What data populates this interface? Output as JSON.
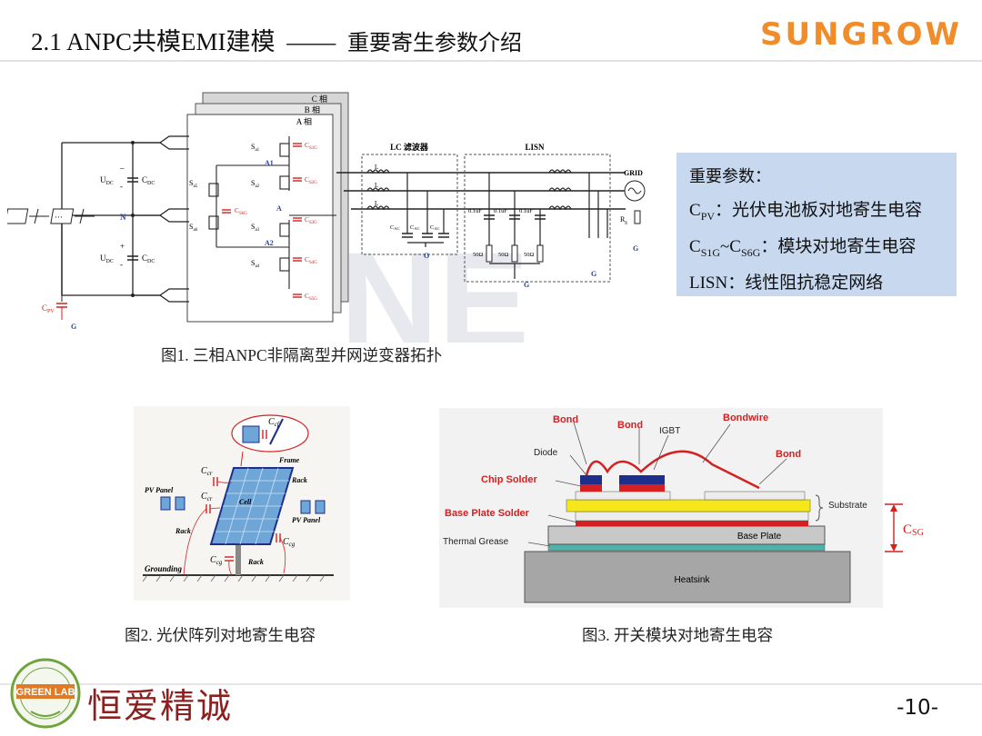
{
  "header": {
    "title": "2.1 ANPC共模EMI建模",
    "separator": "——",
    "subtitle": "重要寄生参数介绍",
    "brand": "SUNGROW"
  },
  "figure1": {
    "phase_labels": [
      "C 相",
      "B 相",
      "A 相"
    ],
    "pv_label": "PV",
    "udc": "U",
    "udc_sub": "DC",
    "cdc": "C",
    "cdc_sub": "DC",
    "n_label": "N",
    "o_label": "O",
    "a_label": "A",
    "a1": "A1",
    "a2": "A2",
    "cpv": "C",
    "cpv_sub": "PV",
    "g": "G",
    "switches": [
      "S",
      "S",
      "S",
      "S",
      "S",
      "S"
    ],
    "switch_subs": [
      "a1",
      "a5",
      "a2",
      "a6",
      "a3",
      "a4"
    ],
    "caps": [
      "C",
      "C",
      "C",
      "C",
      "C",
      "C"
    ],
    "cap_subs": [
      "S1G",
      "S2G",
      "S6G",
      "S3G",
      "S4G",
      "S5G"
    ],
    "lc_filter": "LC 滤波器",
    "lisn": "LISN",
    "grid": "GRID",
    "l": "L",
    "cac": "C",
    "cac_sub": "AC",
    "uf": "0.1uF",
    "ohm": "50Ω",
    "rg": "R",
    "rg_sub": "g",
    "watermark": "NE",
    "caption": "图1. 三相ANPC非隔离型并网逆变器拓扑"
  },
  "params": {
    "heading": "重要参数：",
    "items": [
      {
        "sym": "C",
        "sub": "PV",
        "sym2": "",
        "sub2": "",
        "text": "：光伏电池板对地寄生电容"
      },
      {
        "sym": "C",
        "sub": "S1G",
        "sym2": "~C",
        "sub2": "S6G",
        "text": "：模块对地寄生电容"
      },
      {
        "sym": "LISN",
        "sub": "",
        "sym2": "",
        "sub2": "",
        "text": "：线性阻抗稳定网络"
      }
    ]
  },
  "figure2": {
    "labels": {
      "ccf": "C",
      "ccf_sub": "cf",
      "frame": "Frame",
      "ccr1": "C",
      "ccr_sub": "cr",
      "ccr2": "C",
      "rack1": "Rack",
      "pv_panel1": "PV Panel",
      "cell": "Cell",
      "pv_panel2": "PV Panel",
      "rack2": "Rack",
      "ccg1": "C",
      "ccg_sub": "cg",
      "ccg2": "C",
      "rack3": "Rack",
      "grounding": "Grounding"
    },
    "caption": "图2. 光伏阵列对地寄生电容"
  },
  "figure3": {
    "labels": {
      "bond1": "Bond",
      "bond2": "Bond",
      "igbt": "IGBT",
      "bondwire": "Bondwire",
      "bond3": "Bond",
      "diode": "Diode",
      "chip_solder": "Chip Solder",
      "substrate": "Substrate",
      "base_plate_solder": "Base Plate Solder",
      "base_plate": "Base Plate",
      "thermal_grease": "Thermal Grease",
      "heatsink": "Heatsink"
    },
    "csg": "C",
    "csg_sub": "SG",
    "caption": "图3. 开关模块对地寄生电容"
  },
  "footer": {
    "emblem_text": "GREEN LAB",
    "motto": "恒爱精诚",
    "page_number": "-10-"
  },
  "colors": {
    "brand_orange": "#f08c2a",
    "param_box": "#c7d8ef",
    "parasitic_red": "#d42020",
    "label_blue": "#1a3fb3",
    "motto_red": "#8e1f1f"
  }
}
